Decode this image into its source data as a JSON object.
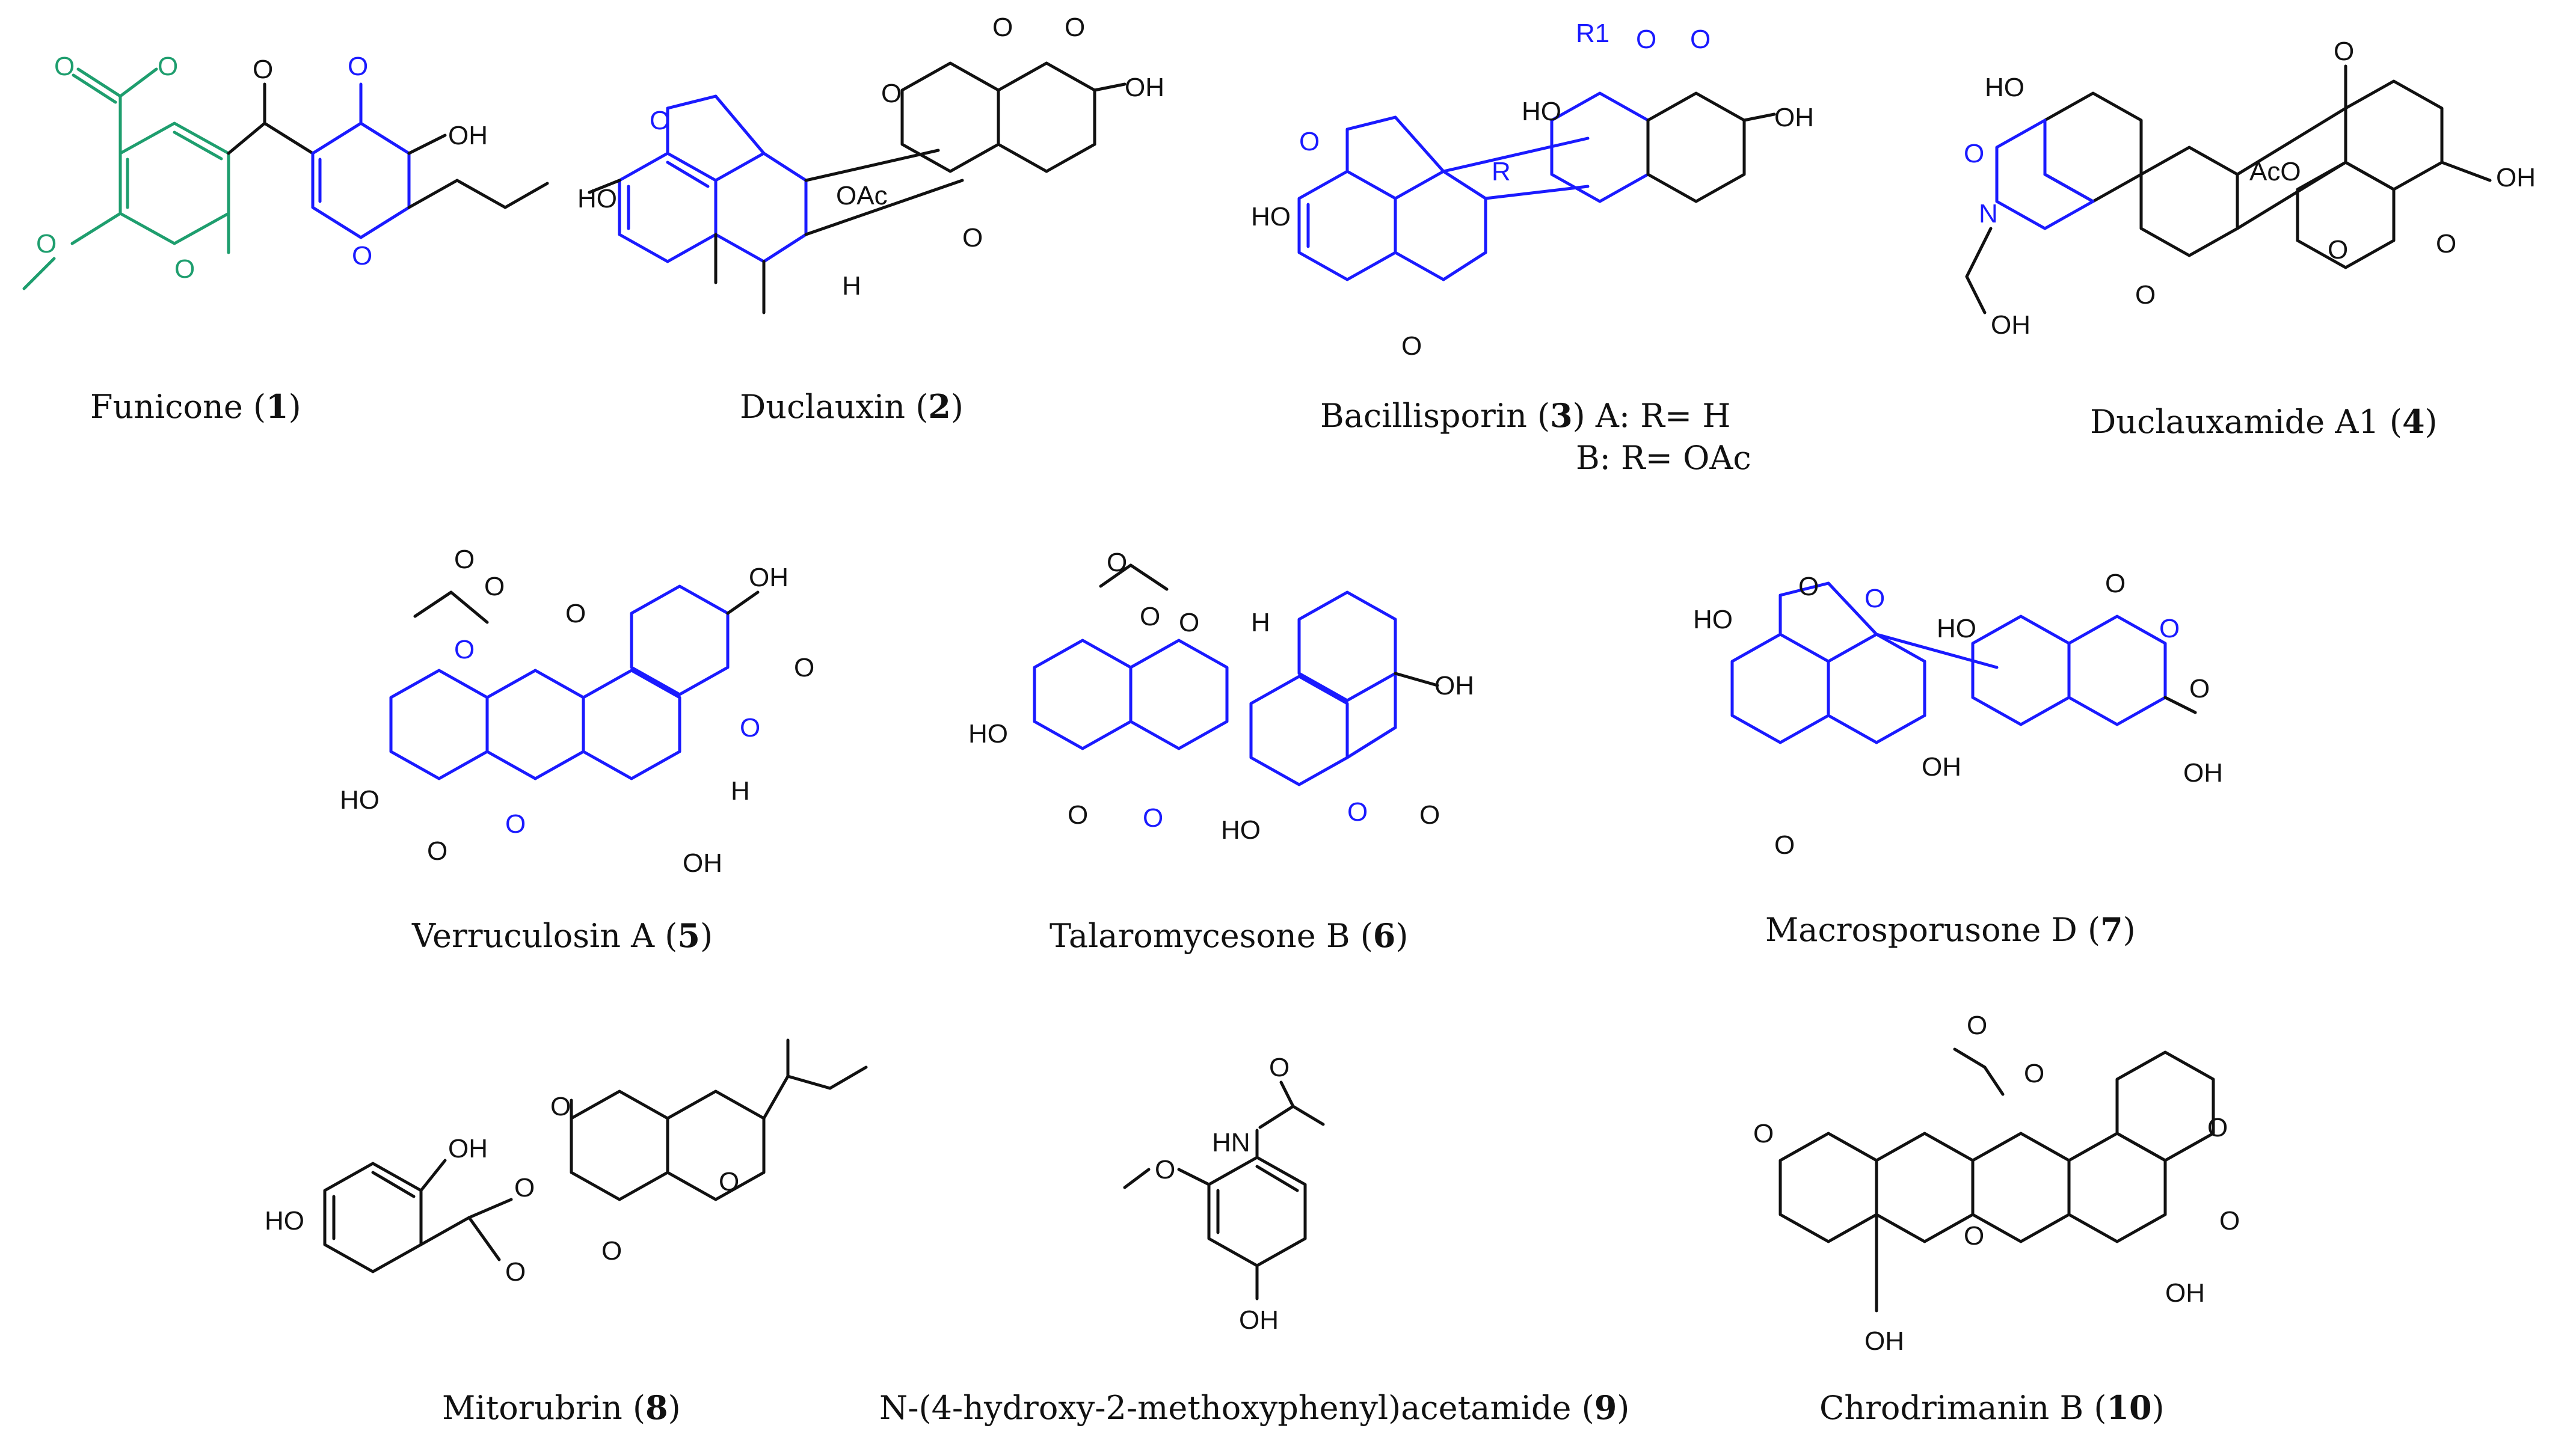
{
  "compounds": [
    {
      "name": "Funicone",
      "number": "1"
    },
    {
      "name": "Duclauxin",
      "number": "2"
    },
    {
      "name": "Bacillisporin",
      "number": "3",
      "variant_a": "A: R= H",
      "variant_b": "B: R= OAc"
    },
    {
      "name": "Duclauxamide A1",
      "number": "4"
    },
    {
      "name": "Verruculosin A",
      "number": "5"
    },
    {
      "name": "Talaromycesone B",
      "number": "6"
    },
    {
      "name": "Macrosporusone D",
      "number": "7"
    },
    {
      "name": "Mitorubrin",
      "number": "8"
    },
    {
      "name": "N-(4-hydroxy-2-methoxyphenyl)acetamide",
      "number": "9"
    },
    {
      "name": "Chrodrimanin B",
      "number": "10"
    }
  ],
  "atom_labels": {
    "oh": "OH",
    "ho": "HO",
    "o": "O",
    "oac": "OAc",
    "aco": "AcO",
    "h": "H",
    "r": "R",
    "r1": "R1",
    "n": "N",
    "hn": "HN"
  },
  "colors": {
    "black": "#111111",
    "blue": "#1a1aff",
    "green": "#1e9e6e"
  }
}
